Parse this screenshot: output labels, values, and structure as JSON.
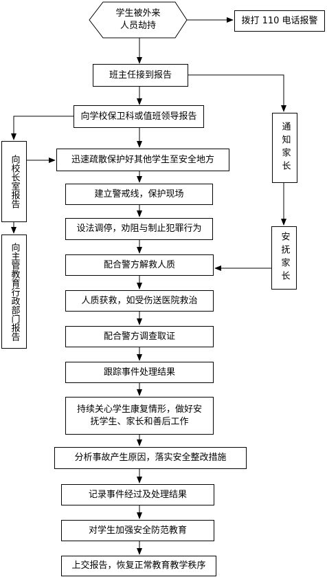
{
  "start": {
    "line1": "学生被外来",
    "line2": "人员劫持"
  },
  "call_police": "拨打 110 电话报警",
  "teacher_report": "班主任接到报告",
  "security_report": "向学校保卫科或值班领导报告",
  "principal_report": "向校长室报告",
  "education_dept_report": "向主管教育行政部门报告",
  "notify_parents": "通知家长",
  "comfort_parents": "安抚家长",
  "steps": [
    "迅速疏散保护好其他学生至安全地方",
    "建立警戒线，保护现场",
    "设法调停，劝阻与制止犯罪行为",
    "配合警方解救人质",
    "人质获救，如受伤送医院救治",
    "配合警方调查取证",
    "跟踪事件处理结果",
    "持续关心学生康复情形，做好安",
    "抚学生、家长和善后工作",
    "分析事故产生原因，落实安全整改措施",
    "记录事件经过及处理结果",
    "对学生加强安全防范教育",
    "上交报告，恢复正常教育教学秩序"
  ]
}
